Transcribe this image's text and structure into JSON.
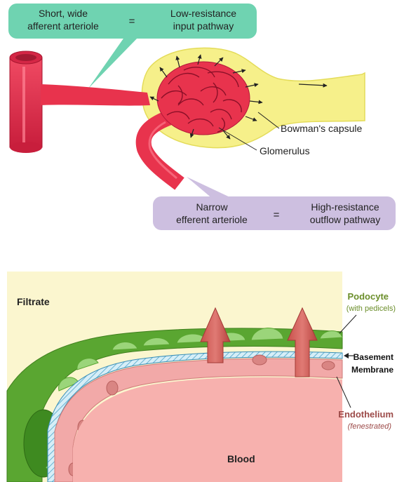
{
  "top_diagram": {
    "callout_afferent": {
      "left_line1": "Short, wide",
      "left_line2": "afferent arteriole",
      "equals": "=",
      "right_line1": "Low-resistance",
      "right_line2": "input pathway",
      "color": "#6fd3b1"
    },
    "callout_efferent": {
      "left_line1": "Narrow",
      "left_line2": "efferent arteriole",
      "equals": "=",
      "right_line1": "High-resistance",
      "right_line2": "outflow pathway",
      "color": "#cdbfe0"
    },
    "label_bowmans": "Bowman's capsule",
    "label_glomerulus": "Glomerulus",
    "colors": {
      "vessel": "#e8334d",
      "capsule": "#f6f08a"
    }
  },
  "bottom_diagram": {
    "label_filtrate": "Filtrate",
    "label_podocyte": "Podocyte",
    "label_podocyte_sub": "(with pedicels)",
    "label_basement_1": "Basement",
    "label_basement_2": "Membrane",
    "label_endothelium": "Endothelium",
    "label_endothelium_sub": "(fenestrated)",
    "label_blood": "Blood",
    "colors": {
      "filtrate_bg": "#fbf6cf",
      "podocyte": "#5aa631",
      "endothelium": "#f2a9a8",
      "blood": "#f7b1ae",
      "arrow": "#d46863"
    }
  }
}
